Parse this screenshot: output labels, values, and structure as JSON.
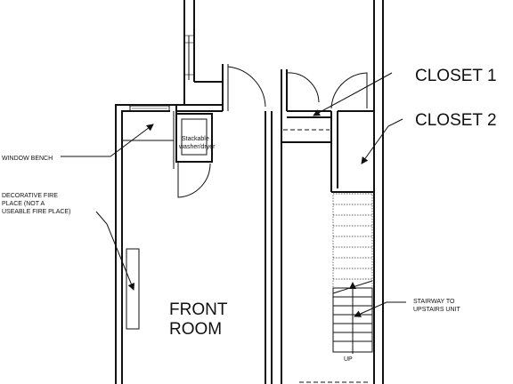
{
  "labels": {
    "closet1": "CLOSET 1",
    "closet2": "CLOSET 2",
    "window_bench": "WINDOW BENCH",
    "stackable_line1": "Stackable",
    "stackable_line2": "washer/dryer",
    "fire_line1": "DECORATIVE FIRE",
    "fire_line2": "PLACE (NOT A",
    "fire_line3": "USEABLE FIRE PLACE)",
    "front_room_line1": "FRONT",
    "front_room_line2": "ROOM",
    "stair_line1": "STAIRWAY TO",
    "stair_line2": "UPSTAIRS UNIT",
    "up": "UP"
  }
}
